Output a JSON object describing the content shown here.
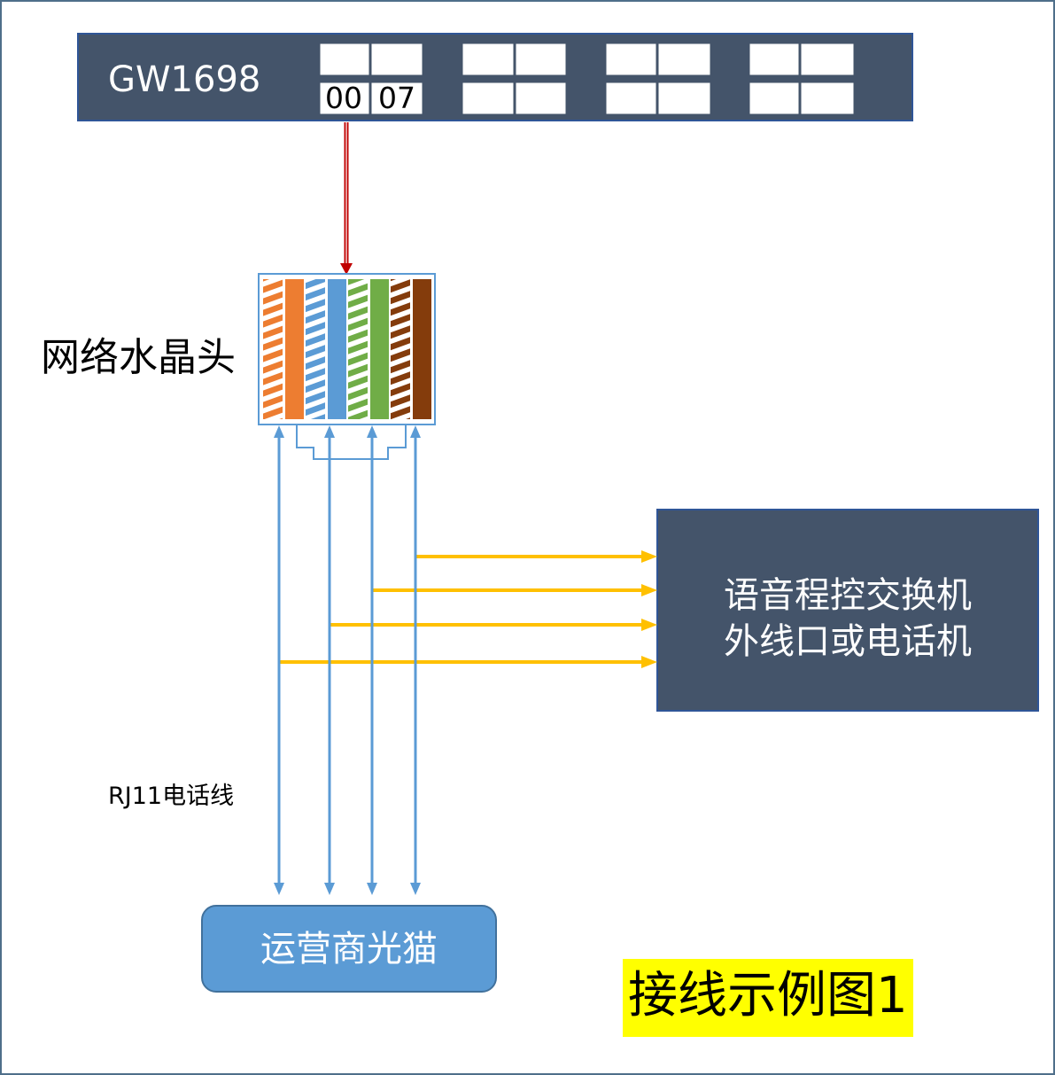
{
  "device": {
    "name": "GW1698",
    "port_labels": [
      "00",
      "07"
    ]
  },
  "connector": {
    "label": "网络水晶头",
    "wire_colors": [
      "#ed7d31",
      "#5b9bd5",
      "#70ad47",
      "#843c0c"
    ]
  },
  "pbx": {
    "line1": "语音程控交换机",
    "line2": "外线口或电话机"
  },
  "cable": {
    "label": "RJ11电话线"
  },
  "modem": {
    "label": "运营商光猫"
  },
  "caption": {
    "text": "接线示例图1"
  },
  "colors": {
    "device_bg": "#44546a",
    "pbx_bg": "#44546a",
    "modem_bg": "#5b9bd5",
    "line_blue": "#5b9bd5",
    "line_yellow": "#ffc000",
    "line_red": "#c00000",
    "caption_highlight": "#ffff00"
  }
}
